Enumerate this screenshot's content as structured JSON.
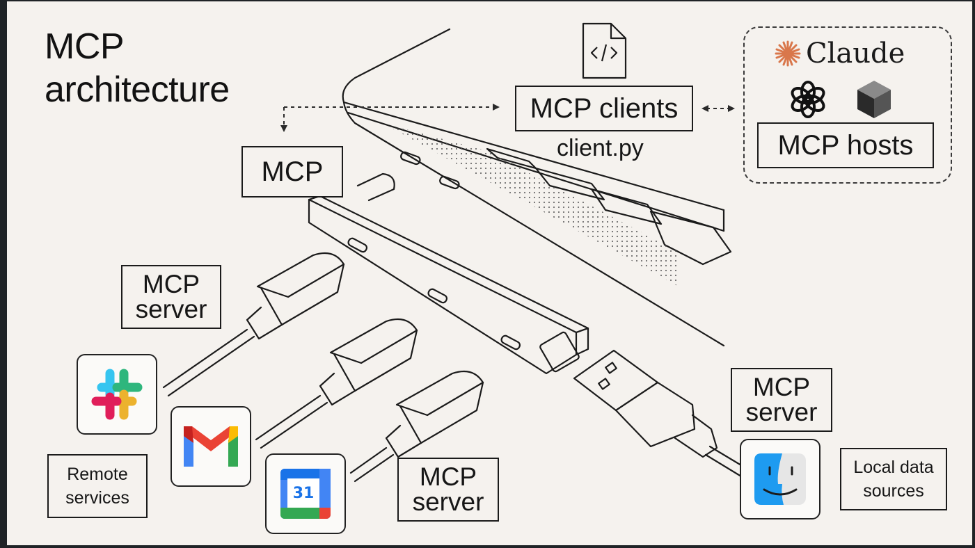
{
  "title": "MCP\narchitecture",
  "labels": {
    "mcp_clients": "MCP clients",
    "client_file": "client.py",
    "mcp_hosts": "MCP hosts",
    "claude": "Claude",
    "mcp": "MCP",
    "server_left": "MCP\nserver",
    "server_bottom": "MCP\nserver",
    "server_right": "MCP\nserver",
    "remote_services": "Remote\nservices",
    "local_data": "Local data\nsources",
    "calendar_day": "31"
  },
  "icons": [
    "code-file-icon",
    "claude-logo-icon",
    "openai-logo-icon",
    "cube-logo-icon",
    "slack-icon",
    "gmail-icon",
    "google-calendar-icon",
    "finder-icon",
    "laptop-illustration",
    "usb-hub-illustration"
  ],
  "colors": {
    "background": "#f5f2ee",
    "frame": "#1f2326",
    "line": "#1b1b1b",
    "claude_accent": "#d9774b"
  }
}
